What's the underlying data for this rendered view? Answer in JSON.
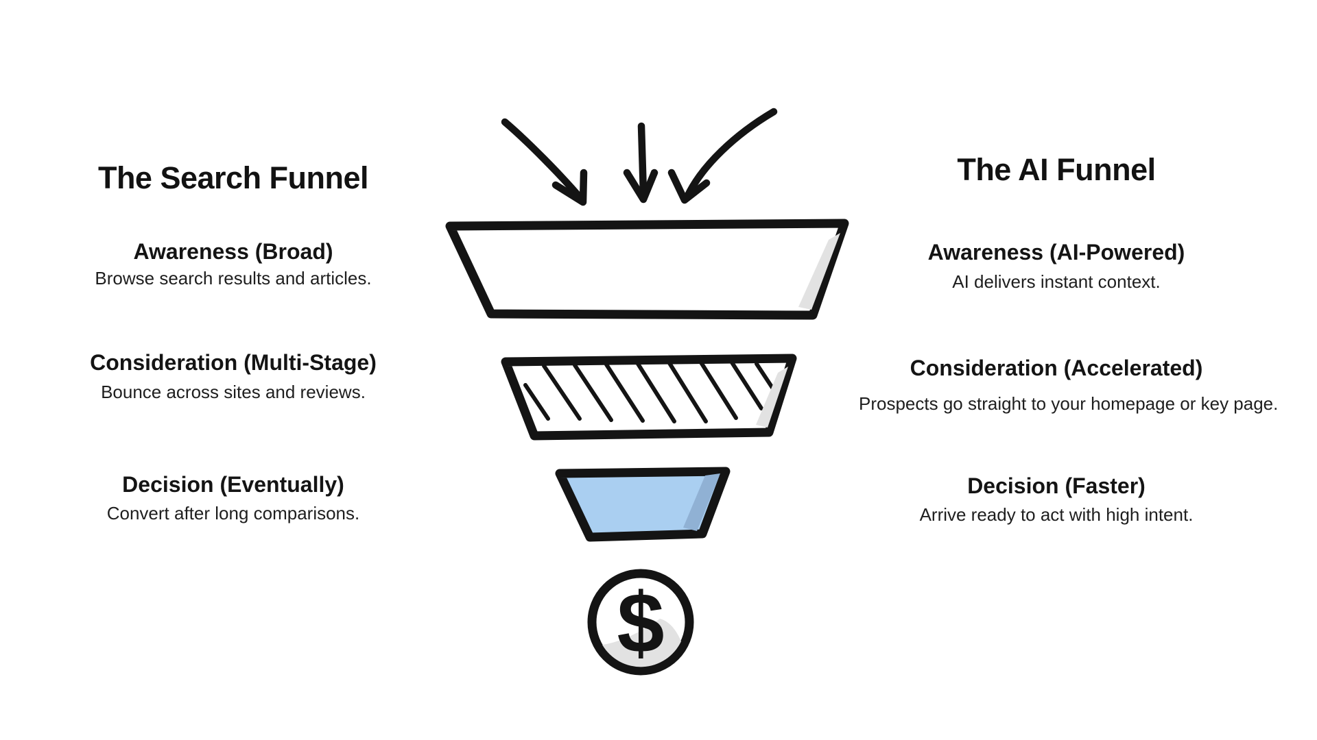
{
  "left_panel": {
    "title": "The Search Funnel",
    "stages": [
      {
        "heading": "Awareness (Broad)",
        "description": "Browse search results and articles."
      },
      {
        "heading": "Consideration (Multi-Stage)",
        "description": "Bounce across sites and reviews."
      },
      {
        "heading": "Decision (Eventually)",
        "description": "Convert after long comparisons."
      }
    ]
  },
  "right_panel": {
    "title": "The AI Funnel",
    "stages": [
      {
        "heading": "Awareness (AI-Powered)",
        "description": "AI delivers instant context."
      },
      {
        "heading": "Consideration (Accelerated)",
        "description": "Prospects go straight to your homepage or key page."
      },
      {
        "heading": "Decision (Faster)",
        "description": "Arrive ready to act with high intent."
      }
    ]
  },
  "funnel": {
    "dollar_icon_glyph": "$",
    "colors": {
      "ink": "#141414",
      "segment_fill": "#ffffff",
      "shade": "#e2e2e2",
      "decision_fill": "#aacff1",
      "decision_shade": "#90b1d4"
    }
  }
}
